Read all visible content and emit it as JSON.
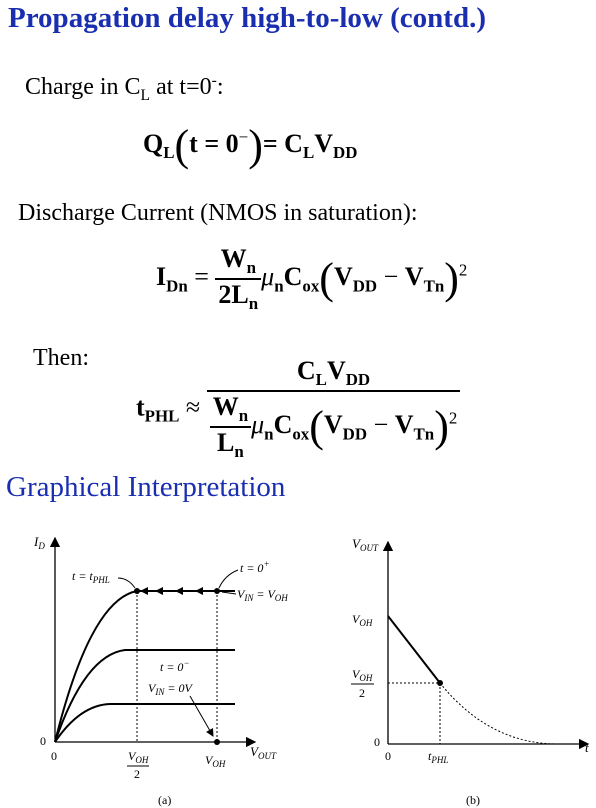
{
  "title": "Propagation delay high-to-low (contd.)",
  "charge": {
    "label_pre": "Charge in C",
    "label_sub": "L",
    "label_post": " at t=0",
    "label_sup": "-",
    "label_end": ":"
  },
  "eq1": {
    "lhs": "Q",
    "lhs_sub": "L",
    "paren_open": "(",
    "arg": "t = 0",
    "arg_sup": "−",
    "paren_close": ")",
    "eq": "= C",
    "rhs_sub1": "L",
    "rhs_v": "V",
    "rhs_sub2": "DD"
  },
  "discharge": {
    "label": "Discharge Current (NMOS in saturation):"
  },
  "eq2": {
    "lhs": "I",
    "lhs_sub": "Dn",
    "eq": "=",
    "num": "W",
    "num_sub": "n",
    "den": "2L",
    "den_sub": "n",
    "mu": "μ",
    "mu_sub": "n",
    "c": "C",
    "c_sub": "ox",
    "paren_open": "(",
    "v1": "V",
    "v1_sub": "DD",
    "minus": " − ",
    "v2": "V",
    "v2_sub": "Tn",
    "paren_close": ")",
    "sq": "2"
  },
  "then": {
    "label": "Then:"
  },
  "eq3": {
    "lhs": "t",
    "lhs_sub": "PHL",
    "approx": "≈",
    "num_c": "C",
    "num_c_sub": "L",
    "num_v": "V",
    "num_v_sub": "DD",
    "inner_num": "W",
    "inner_num_sub": "n",
    "inner_den": "L",
    "inner_den_sub": "n",
    "mu": "μ",
    "mu_sub": "n",
    "c": "C",
    "c_sub": "ox",
    "paren_open": "(",
    "v1": "V",
    "v1_sub": "DD",
    "minus": " − ",
    "v2": "V",
    "v2_sub": "Tn",
    "paren_close": ")",
    "sq": "2"
  },
  "section": {
    "heading": "Graphical Interpretation"
  },
  "plot_a": {
    "y_axis": "I",
    "y_axis_sub": "D",
    "x_axis": "V",
    "x_axis_sub": "OUT",
    "origin": "0",
    "origin_y": "0",
    "tick_half_num": "V",
    "tick_half_num_sub": "OH",
    "tick_half_den": "2",
    "tick_voh": "V",
    "tick_voh_sub": "OH",
    "label_tphl_pre": "t = t",
    "label_tphl_sub": "PHL",
    "label_t0plus": "t = 0",
    "label_t0plus_sup": "+",
    "label_vin_voh_a": "V",
    "label_vin_voh_a_sub": "IN",
    "label_vin_voh_b": " = V",
    "label_vin_voh_b_sub": "OH",
    "label_t0minus": "t = 0",
    "label_t0minus_sup": "−",
    "label_vin0": "V",
    "label_vin0_sub": "IN",
    "label_vin0_b": " = 0V",
    "caption": "(a)"
  },
  "plot_b": {
    "y_axis": "V",
    "y_axis_sub": "OUT",
    "x_axis": "t",
    "tick_voh": "V",
    "tick_voh_sub": "OH",
    "tick_half_num": "V",
    "tick_half_num_sub": "OH",
    "tick_half_den": "2",
    "origin_y": "0",
    "origin_x": "0",
    "tick_tphl": "t",
    "tick_tphl_sub": "PHL",
    "caption": "(b)"
  }
}
